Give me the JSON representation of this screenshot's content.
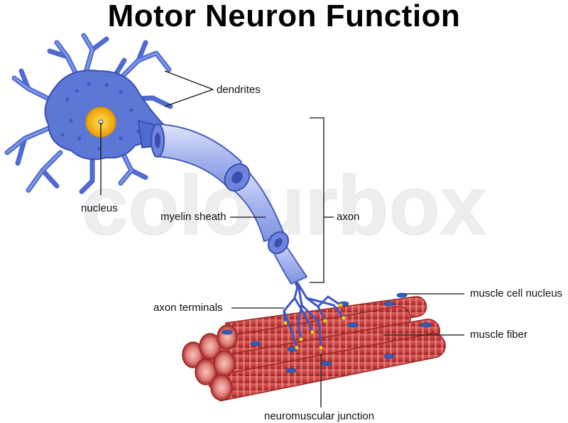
{
  "title": "Motor Neuron Function",
  "watermark": "colourbox",
  "labels": {
    "dendrites": "dendrites",
    "nucleus": "nucleus",
    "myelin_sheath": "myelin sheath",
    "axon": "axon",
    "axon_terminals": "axon terminals",
    "muscle_cell_nucleus": "muscle cell nucleus",
    "muscle_fiber": "muscle fiber",
    "neuromuscular_junction": "neuromuscular junction"
  },
  "colors": {
    "neuron_body": "#5b78d6",
    "neuron_outline": "#3a4fb0",
    "nucleus": "#f2b418",
    "myelin": "#a8b6ee",
    "muscle": "#c63b3b",
    "muscle_stripe": "#e79a92",
    "muscle_nucleus": "#2f5fc0"
  }
}
